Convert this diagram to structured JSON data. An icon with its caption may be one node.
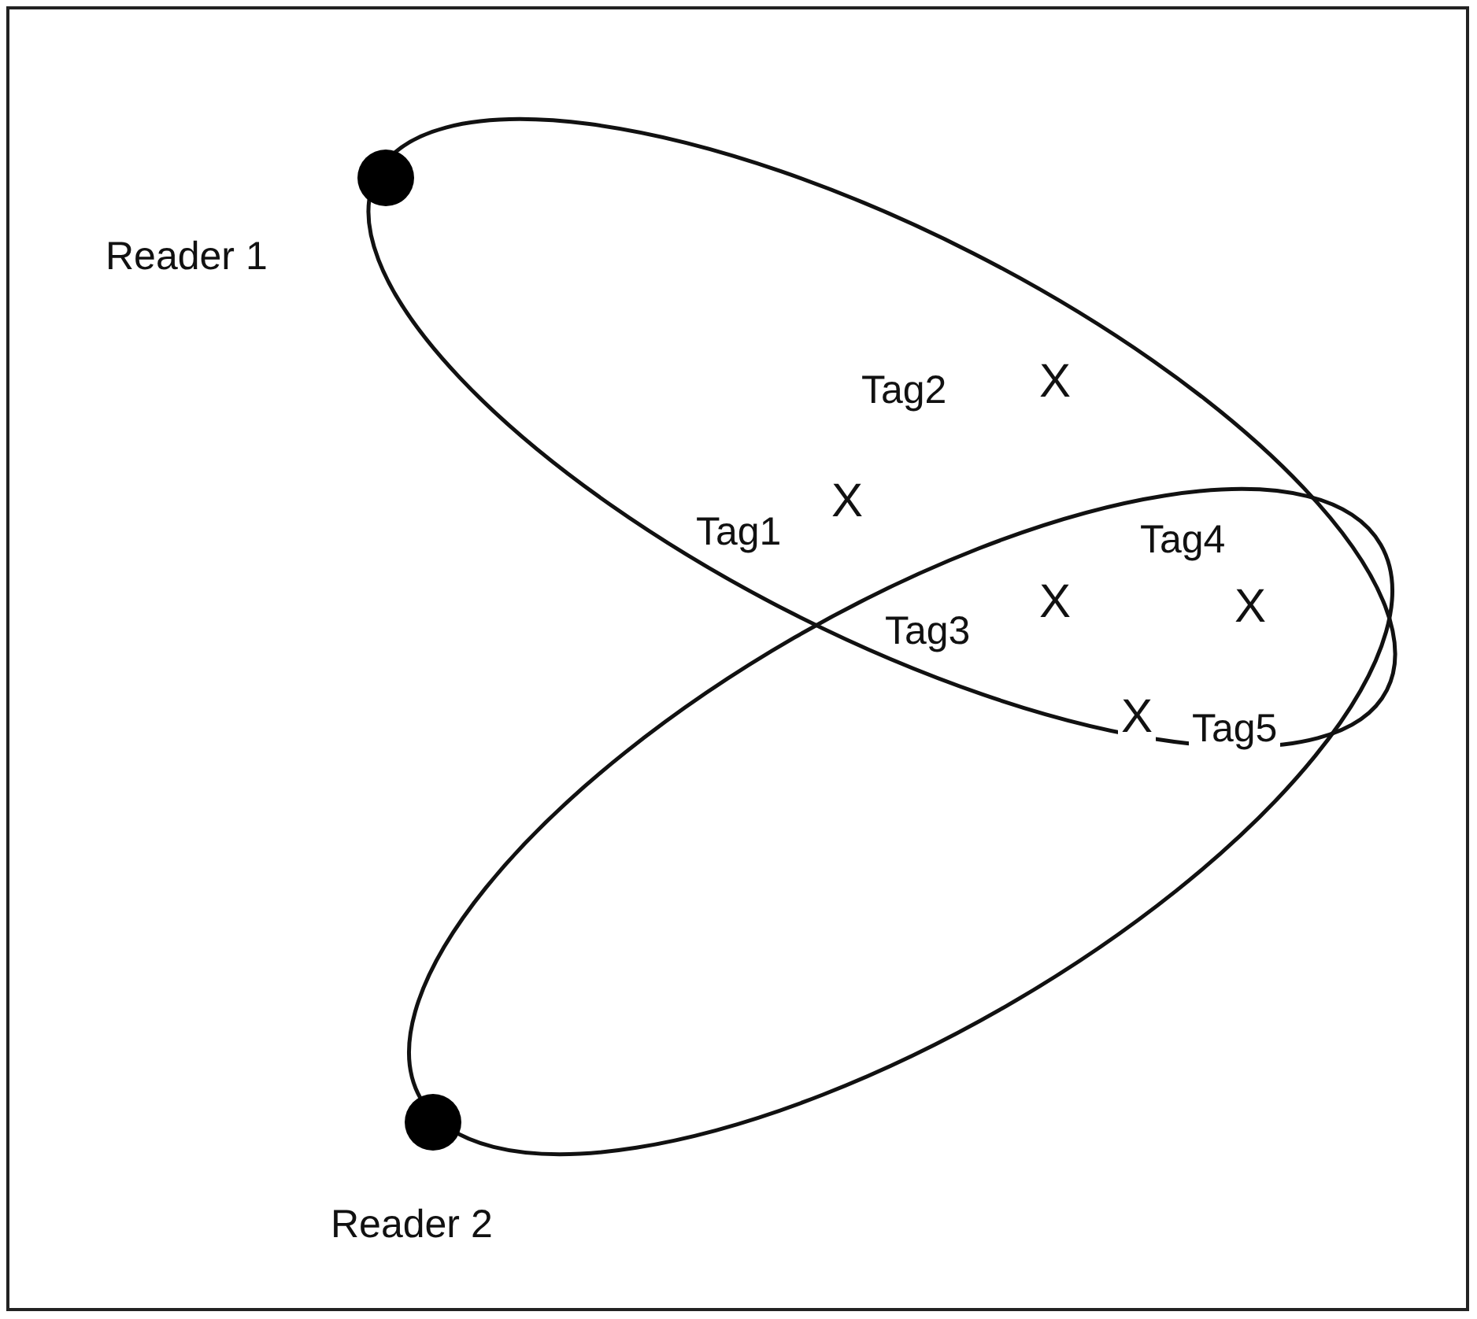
{
  "diagram": {
    "nodes": [
      {
        "text": [],
        "shape": "circle",
        "beside": [
          "Reader 1"
        ]
      },
      {
        "text": [],
        "shape": "circle",
        "beside": [
          "Reader 2"
        ]
      }
    ],
    "labels": [
      "Tag2",
      "X",
      "Tag1",
      "X",
      "Tag4",
      "Tag3",
      "X",
      "X",
      "X",
      "Tag5"
    ]
  }
}
